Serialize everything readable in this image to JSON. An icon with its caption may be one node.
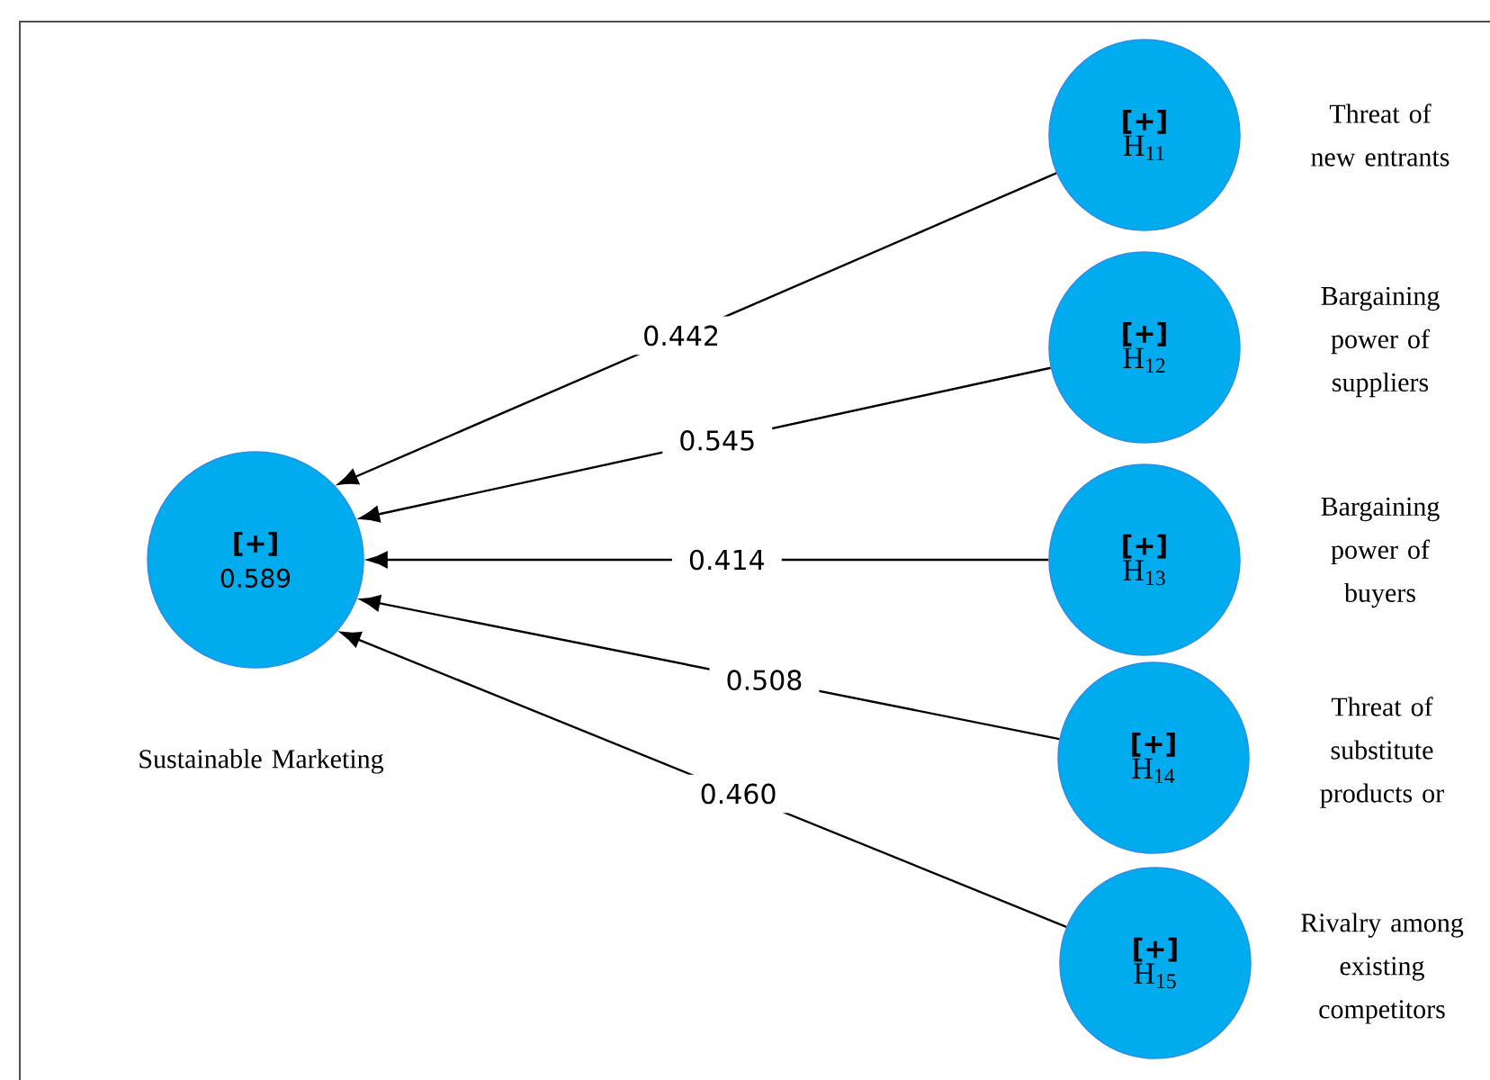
{
  "diagram": {
    "nodes": [
      {
        "text": [
          "[+]",
          "0.589"
        ],
        "beside": [
          "Sustainable Marketing"
        ]
      },
      {
        "text": [
          "[+]",
          "H$_{11}$"
        ],
        "beside": [
          "Threat of new entrants"
        ]
      },
      {
        "text": [
          "[+]",
          "H$_{12}$"
        ],
        "beside": [
          "Bargaining power of suppliers"
        ]
      },
      {
        "text": [
          "[+]",
          "H$_{13}$"
        ],
        "beside": [
          "Bargaining power of buyers"
        ]
      },
      {
        "text": [
          "[+]",
          "H$_{14}$"
        ],
        "beside": [
          "Threat of substitute products or"
        ]
      },
      {
        "text": [
          "[+]",
          "H$_{15}$"
        ],
        "beside": [
          "Rivalry among existing competitors"
        ]
      }
    ],
    "edges": [
      {
        "from": 1,
        "to": 0,
        "arrow": "to",
        "label": "0.442"
      },
      {
        "from": 2,
        "to": 0,
        "arrow": "to",
        "label": "0.545"
      },
      {
        "from": 3,
        "to": 0,
        "arrow": "to",
        "label": "0.414"
      },
      {
        "from": 4,
        "to": 0,
        "arrow": "to",
        "label": "0.508"
      },
      {
        "from": 5,
        "to": 0,
        "arrow": "to",
        "label": "0.460"
      }
    ]
  }
}
